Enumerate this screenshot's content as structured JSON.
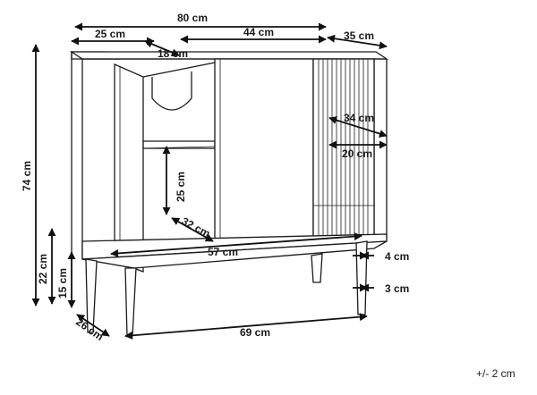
{
  "diagram": {
    "labels": {
      "total_width": "80 cm",
      "left_width": "25 cm",
      "hole_offset": "18 cm",
      "middle_width": "44 cm",
      "total_depth": "35 cm",
      "inner_depth": "34 cm",
      "drawer_depth": "20 cm",
      "total_height": "74 cm",
      "shelf_height": "25 cm",
      "shelf_depth": "32 cm",
      "base_width": "57 cm",
      "leg_height": "22 cm",
      "clearance": "15 cm",
      "leg_depth": "26 cm",
      "leg_span": "69 cm",
      "leg_top": "4 cm",
      "leg_bottom": "3 cm"
    },
    "tolerance": "+/- 2 cm"
  }
}
